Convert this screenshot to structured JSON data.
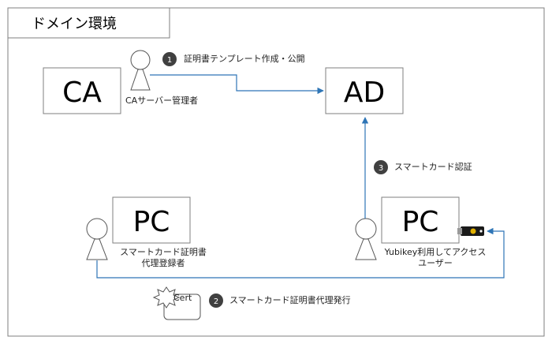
{
  "domain_title": "ドメイン環境",
  "nodes": {
    "ca": "CA",
    "ad": "AD",
    "pc_left": "PC",
    "pc_right": "PC"
  },
  "actors": {
    "ca_admin": "CAサーバー管理者",
    "enrollment_agent_line1": "スマートカード証明書",
    "enrollment_agent_line2": "代理登録者",
    "yubikey_user_line1": "Yubikey利用してアクセス",
    "yubikey_user_line2": "ユーザー"
  },
  "steps": [
    {
      "num": "1",
      "label": "証明書テンプレート作成・公開"
    },
    {
      "num": "2",
      "label": "スマートカード証明書代理発行"
    },
    {
      "num": "3",
      "label": "スマートカード認証"
    }
  ],
  "cert_label": "Cert",
  "colors": {
    "arrow": "#2e75b6",
    "box_stroke": "#7f7f7f",
    "badge": "#404040"
  },
  "icons": {
    "actor": "person-icon",
    "cert": "certificate-icon",
    "key": "yubikey-icon"
  }
}
